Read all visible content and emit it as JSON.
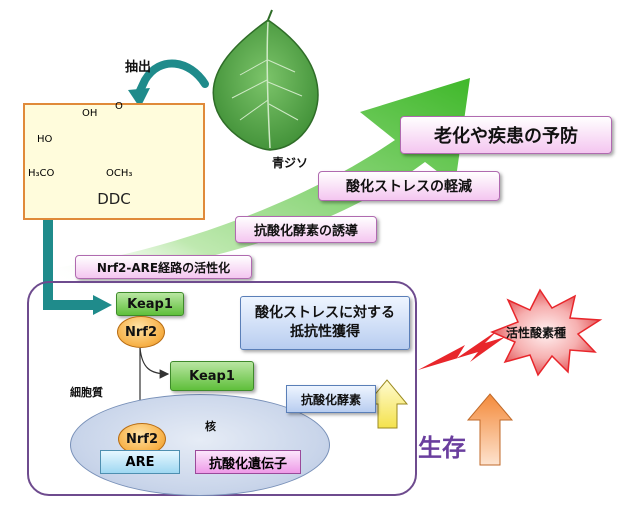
{
  "labels": {
    "extraction": "抽出",
    "perilla": "青ジソ",
    "compound": "DDC",
    "oh_top": "OH",
    "ho_left": "HO",
    "h3co": "H₃CO",
    "och3": "OCH₃",
    "o": "O",
    "cytoplasm": "細胞質",
    "nucleus": "核",
    "survival": "生存"
  },
  "steps": {
    "nrf2_are": "Nrf2-ARE経路の活性化",
    "enzyme_induction": "抗酸化酵素の誘導",
    "stress_reduction": "酸化ストレスの軽減",
    "prevention": "老化や疾患の予防"
  },
  "pathway": {
    "keap1": "Keap1",
    "nrf2": "Nrf2",
    "keap1_free": "Keap1",
    "nrf2_nuclear": "Nrf2",
    "are": "ARE",
    "gene": "抗酸化遺伝子",
    "enzyme": "抗酸化酵素",
    "resistance_line1": "酸化ストレスに対する",
    "resistance_line2": "抵抗性獲得",
    "ros": "活性酸素種"
  },
  "colors": {
    "green_arrow": "#4fc339",
    "teal_arrow": "#1f8b8b",
    "survival_text": "#6a3e9e",
    "burst_red": "#e8262b",
    "up_arrow_yellow": "#fff07a",
    "up_arrow_orange": "#f49a4f"
  }
}
